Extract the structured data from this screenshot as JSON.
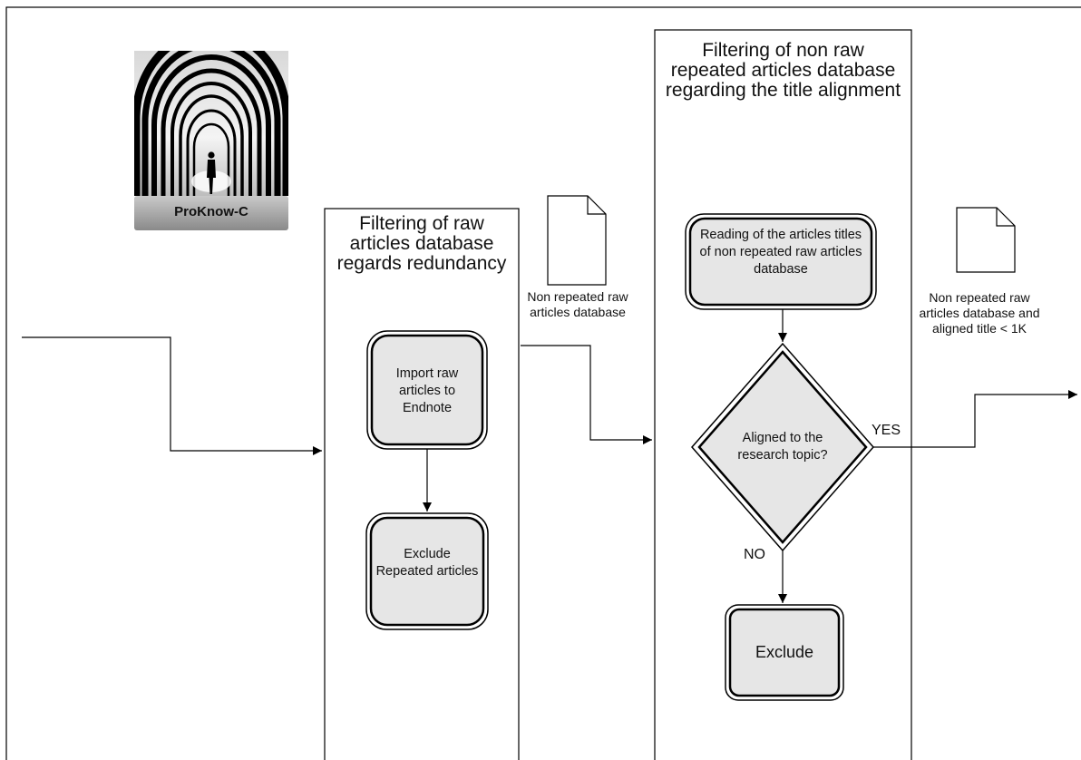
{
  "logo": {
    "caption": "ProKnow-C"
  },
  "section1": {
    "title": "Filtering of raw articles database regards redundancy",
    "step1": "Import raw articles to Endnote",
    "step2": "Exclude Repeated articles"
  },
  "doc1": {
    "label": "Non repeated raw articles database"
  },
  "section2": {
    "title": "Filtering of non raw repeated articles database regarding the title alignment",
    "step1": "Reading of the articles titles of non repeated raw articles database",
    "decision": "Aligned to the research topic?",
    "yes_label": "YES",
    "no_label": "NO",
    "exclude": "Exclude"
  },
  "doc2": {
    "label": "Non repeated raw articles database and aligned title < 1K"
  }
}
